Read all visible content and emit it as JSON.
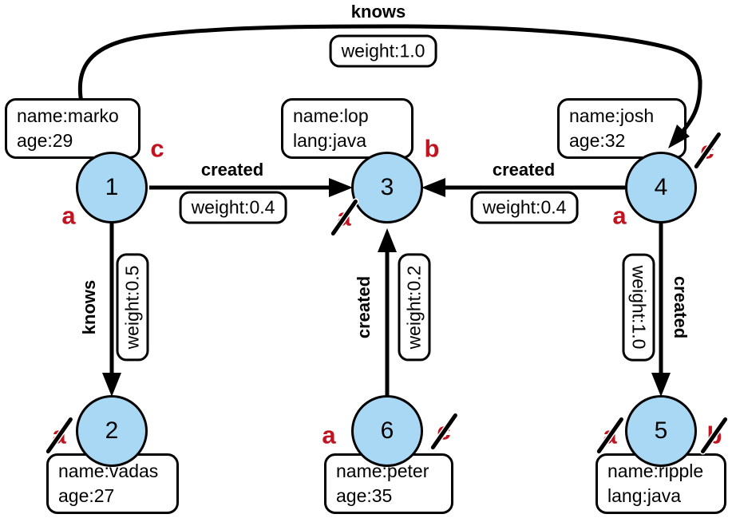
{
  "colors": {
    "node_fill": "#A9D8F5",
    "node_border": "#000000",
    "edge_color": "#000000",
    "mark_red": "#C11320",
    "box_background": "#FFFFFF"
  },
  "nodes": [
    {
      "id": "1",
      "line1": "name:marko",
      "line2": "age:29"
    },
    {
      "id": "2",
      "line1": "name:vadas",
      "line2": "age:27"
    },
    {
      "id": "3",
      "line1": "name:lop",
      "line2": "lang:java"
    },
    {
      "id": "4",
      "line1": "name:josh",
      "line2": "age:32"
    },
    {
      "id": "5",
      "line1": "name:ripple",
      "line2": "lang:java"
    },
    {
      "id": "6",
      "line1": "name:peter",
      "line2": "age:35"
    }
  ],
  "edges": [
    {
      "from": "1",
      "to": "4",
      "label": "knows",
      "weight": "weight:1.0"
    },
    {
      "from": "1",
      "to": "3",
      "label": "created",
      "weight": "weight:0.4"
    },
    {
      "from": "4",
      "to": "3",
      "label": "created",
      "weight": "weight:0.4"
    },
    {
      "from": "1",
      "to": "2",
      "label": "knows",
      "weight": "weight:0.5"
    },
    {
      "from": "6",
      "to": "3",
      "label": "created",
      "weight": "weight:0.2"
    },
    {
      "from": "4",
      "to": "5",
      "label": "created",
      "weight": "weight:1.0"
    }
  ],
  "marks": [
    {
      "node": "1",
      "letter": "c",
      "struck": false,
      "position": "top-right"
    },
    {
      "node": "1",
      "letter": "a",
      "struck": false,
      "position": "bottom-left"
    },
    {
      "node": "3",
      "letter": "b",
      "struck": false,
      "position": "top-right"
    },
    {
      "node": "3",
      "letter": "a",
      "struck": true,
      "position": "bottom-left"
    },
    {
      "node": "4",
      "letter": "c",
      "struck": true,
      "position": "top-right"
    },
    {
      "node": "4",
      "letter": "a",
      "struck": false,
      "position": "bottom-left"
    },
    {
      "node": "2",
      "letter": "a",
      "struck": true,
      "position": "left"
    },
    {
      "node": "6",
      "letter": "a",
      "struck": false,
      "position": "left"
    },
    {
      "node": "6",
      "letter": "c",
      "struck": true,
      "position": "right"
    },
    {
      "node": "5",
      "letter": "a",
      "struck": true,
      "position": "left"
    },
    {
      "node": "5",
      "letter": "b",
      "struck": true,
      "position": "right"
    }
  ]
}
